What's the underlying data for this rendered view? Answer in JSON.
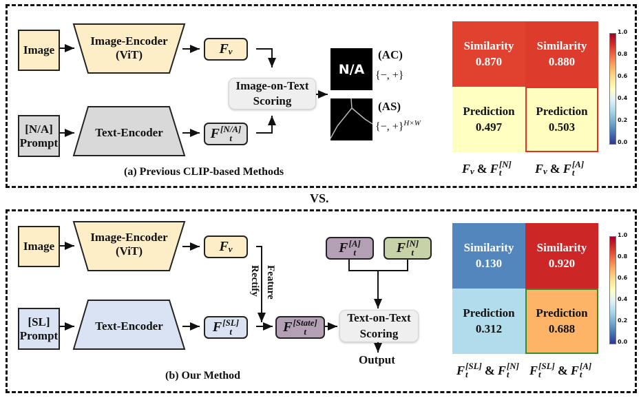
{
  "separator_label": "VS.",
  "panel_a": {
    "caption": "(a) Previous CLIP-based Methods",
    "image_input": "Image",
    "image_encoder": {
      "line1": "Image-Encoder",
      "line2": "(ViT)"
    },
    "text_prompt": {
      "line1": "[N/A]",
      "line2": "Prompt"
    },
    "text_encoder": "Text-Encoder",
    "fv": {
      "base": "F",
      "sub": "v"
    },
    "ft": {
      "base": "F",
      "sup": "[N/A]",
      "sub": "t"
    },
    "scoring": {
      "line1": "Image-on-Text",
      "line2": "Scoring"
    },
    "ac_thumb_text": "N/A",
    "ac_label": "(AC)",
    "ac_set": "{−, +}",
    "as_label": "(AS)",
    "as_set": "{−, +}",
    "as_set_sup": "H×W",
    "colors": {
      "image": "#fdeec8",
      "text": "#d9d9d9",
      "feature_text": "#dedede"
    }
  },
  "panel_b": {
    "caption": "(b) Our Method",
    "image_input": "Image",
    "image_encoder": {
      "line1": "Image-Encoder",
      "line2": "(ViT)"
    },
    "text_prompt": {
      "line1": "[SL]",
      "line2": "Prompt"
    },
    "text_encoder": "Text-Encoder",
    "fv": {
      "base": "F",
      "sub": "v"
    },
    "ft_sl": {
      "base": "F",
      "sup": "[SL]",
      "sub": "t"
    },
    "ft_state": {
      "base": "F",
      "sup": "[State]",
      "sub": "t"
    },
    "ft_a": {
      "base": "F",
      "sup": "[A]",
      "sub": "t"
    },
    "ft_n": {
      "base": "F",
      "sup": "[N]",
      "sub": "t"
    },
    "rectify_label": {
      "line1": "Feature",
      "line2": "Rectify"
    },
    "scoring": {
      "line1": "Text-on-Text",
      "line2": "Scoring"
    },
    "output": "Output",
    "colors": {
      "image": "#fdeec8",
      "text": "#dae3f3",
      "state": "#b4a0b4",
      "anomaly": "#b4a0b4",
      "normal": "#c8d2a8"
    }
  },
  "chart_data": [
    {
      "type": "heatmap",
      "title": "",
      "x_categories": [
        "F_v & F_t^[N]",
        "F_v & F_t^[A]"
      ],
      "y_categories": [
        "Similarity",
        "Prediction"
      ],
      "values": [
        [
          0.87,
          0.88
        ],
        [
          0.497,
          0.503
        ]
      ],
      "cell_labels": [
        [
          "Similarity",
          "Similarity"
        ],
        [
          "Prediction",
          "Prediction"
        ]
      ],
      "highlight": {
        "row": 1,
        "col": 1,
        "color": "#e8302a"
      },
      "colormap": "RdYlBu_r",
      "colorbar": {
        "range": [
          0.0,
          1.0
        ],
        "ticks": [
          "0.0",
          "0.2",
          "0.4",
          "0.6",
          "0.8",
          "1.0"
        ]
      },
      "x_labels": [
        {
          "left": {
            "base": "F",
            "sub": "v"
          },
          "right": {
            "base": "F",
            "sup": "[N]",
            "sub": "t"
          }
        },
        {
          "left": {
            "base": "F",
            "sub": "v"
          },
          "right": {
            "base": "F",
            "sup": "[A]",
            "sub": "t"
          }
        }
      ]
    },
    {
      "type": "heatmap",
      "title": "",
      "x_categories": [
        "F_t^[SL] & F_t^[N]",
        "F_t^[SL] & F_t^[A]"
      ],
      "y_categories": [
        "Similarity",
        "Prediction"
      ],
      "values": [
        [
          0.13,
          0.92
        ],
        [
          0.312,
          0.688
        ]
      ],
      "cell_labels": [
        [
          "Similarity",
          "Similarity"
        ],
        [
          "Prediction",
          "Prediction"
        ]
      ],
      "highlight": {
        "row": 1,
        "col": 1,
        "color": "#3a8a2a"
      },
      "colormap": "RdYlBu_r",
      "colorbar": {
        "range": [
          0.0,
          1.0
        ],
        "ticks": [
          "0.0",
          "0.2",
          "0.4",
          "0.6",
          "0.8",
          "1.0"
        ]
      },
      "x_labels": [
        {
          "left": {
            "base": "F",
            "sup": "[SL]",
            "sub": "t"
          },
          "right": {
            "base": "F",
            "sup": "[N]",
            "sub": "t"
          }
        },
        {
          "left": {
            "base": "F",
            "sup": "[SL]",
            "sub": "t"
          },
          "right": {
            "base": "F",
            "sup": "[A]",
            "sub": "t"
          }
        }
      ]
    }
  ]
}
